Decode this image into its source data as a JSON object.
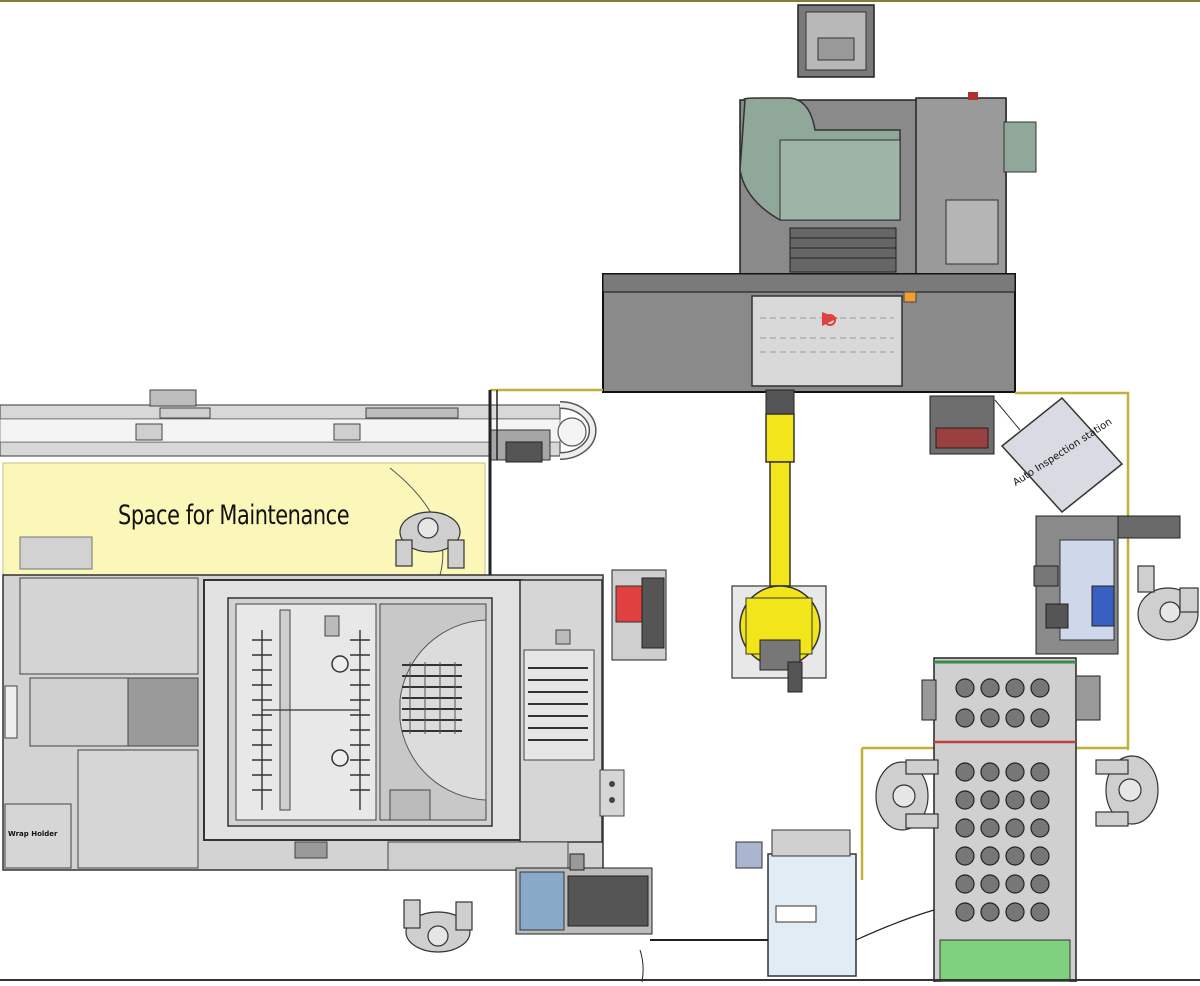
{
  "labels": {
    "maintenance": "Space for Maintenance",
    "inspection": "Auto Inspection station",
    "small_box": "Wrap Holder"
  },
  "colors": {
    "maintenance_zone": "#fbf7b8",
    "machine_dark": "#808080",
    "machine_light": "#d4d4d4",
    "machine_mid": "#b4b4b4",
    "guard_line": "#bfb23a",
    "robot_yellow": "#f2e51a",
    "duct_green": "#8fa89a",
    "operator": "#cfcfcf",
    "highlight_red": "#e04040",
    "module_blue": "#3a5fc2",
    "base_green": "#7fd07f"
  },
  "icons": {
    "operator": "operator-icon",
    "robot": "robot-arm-icon",
    "monitor": "monitor-icon"
  }
}
